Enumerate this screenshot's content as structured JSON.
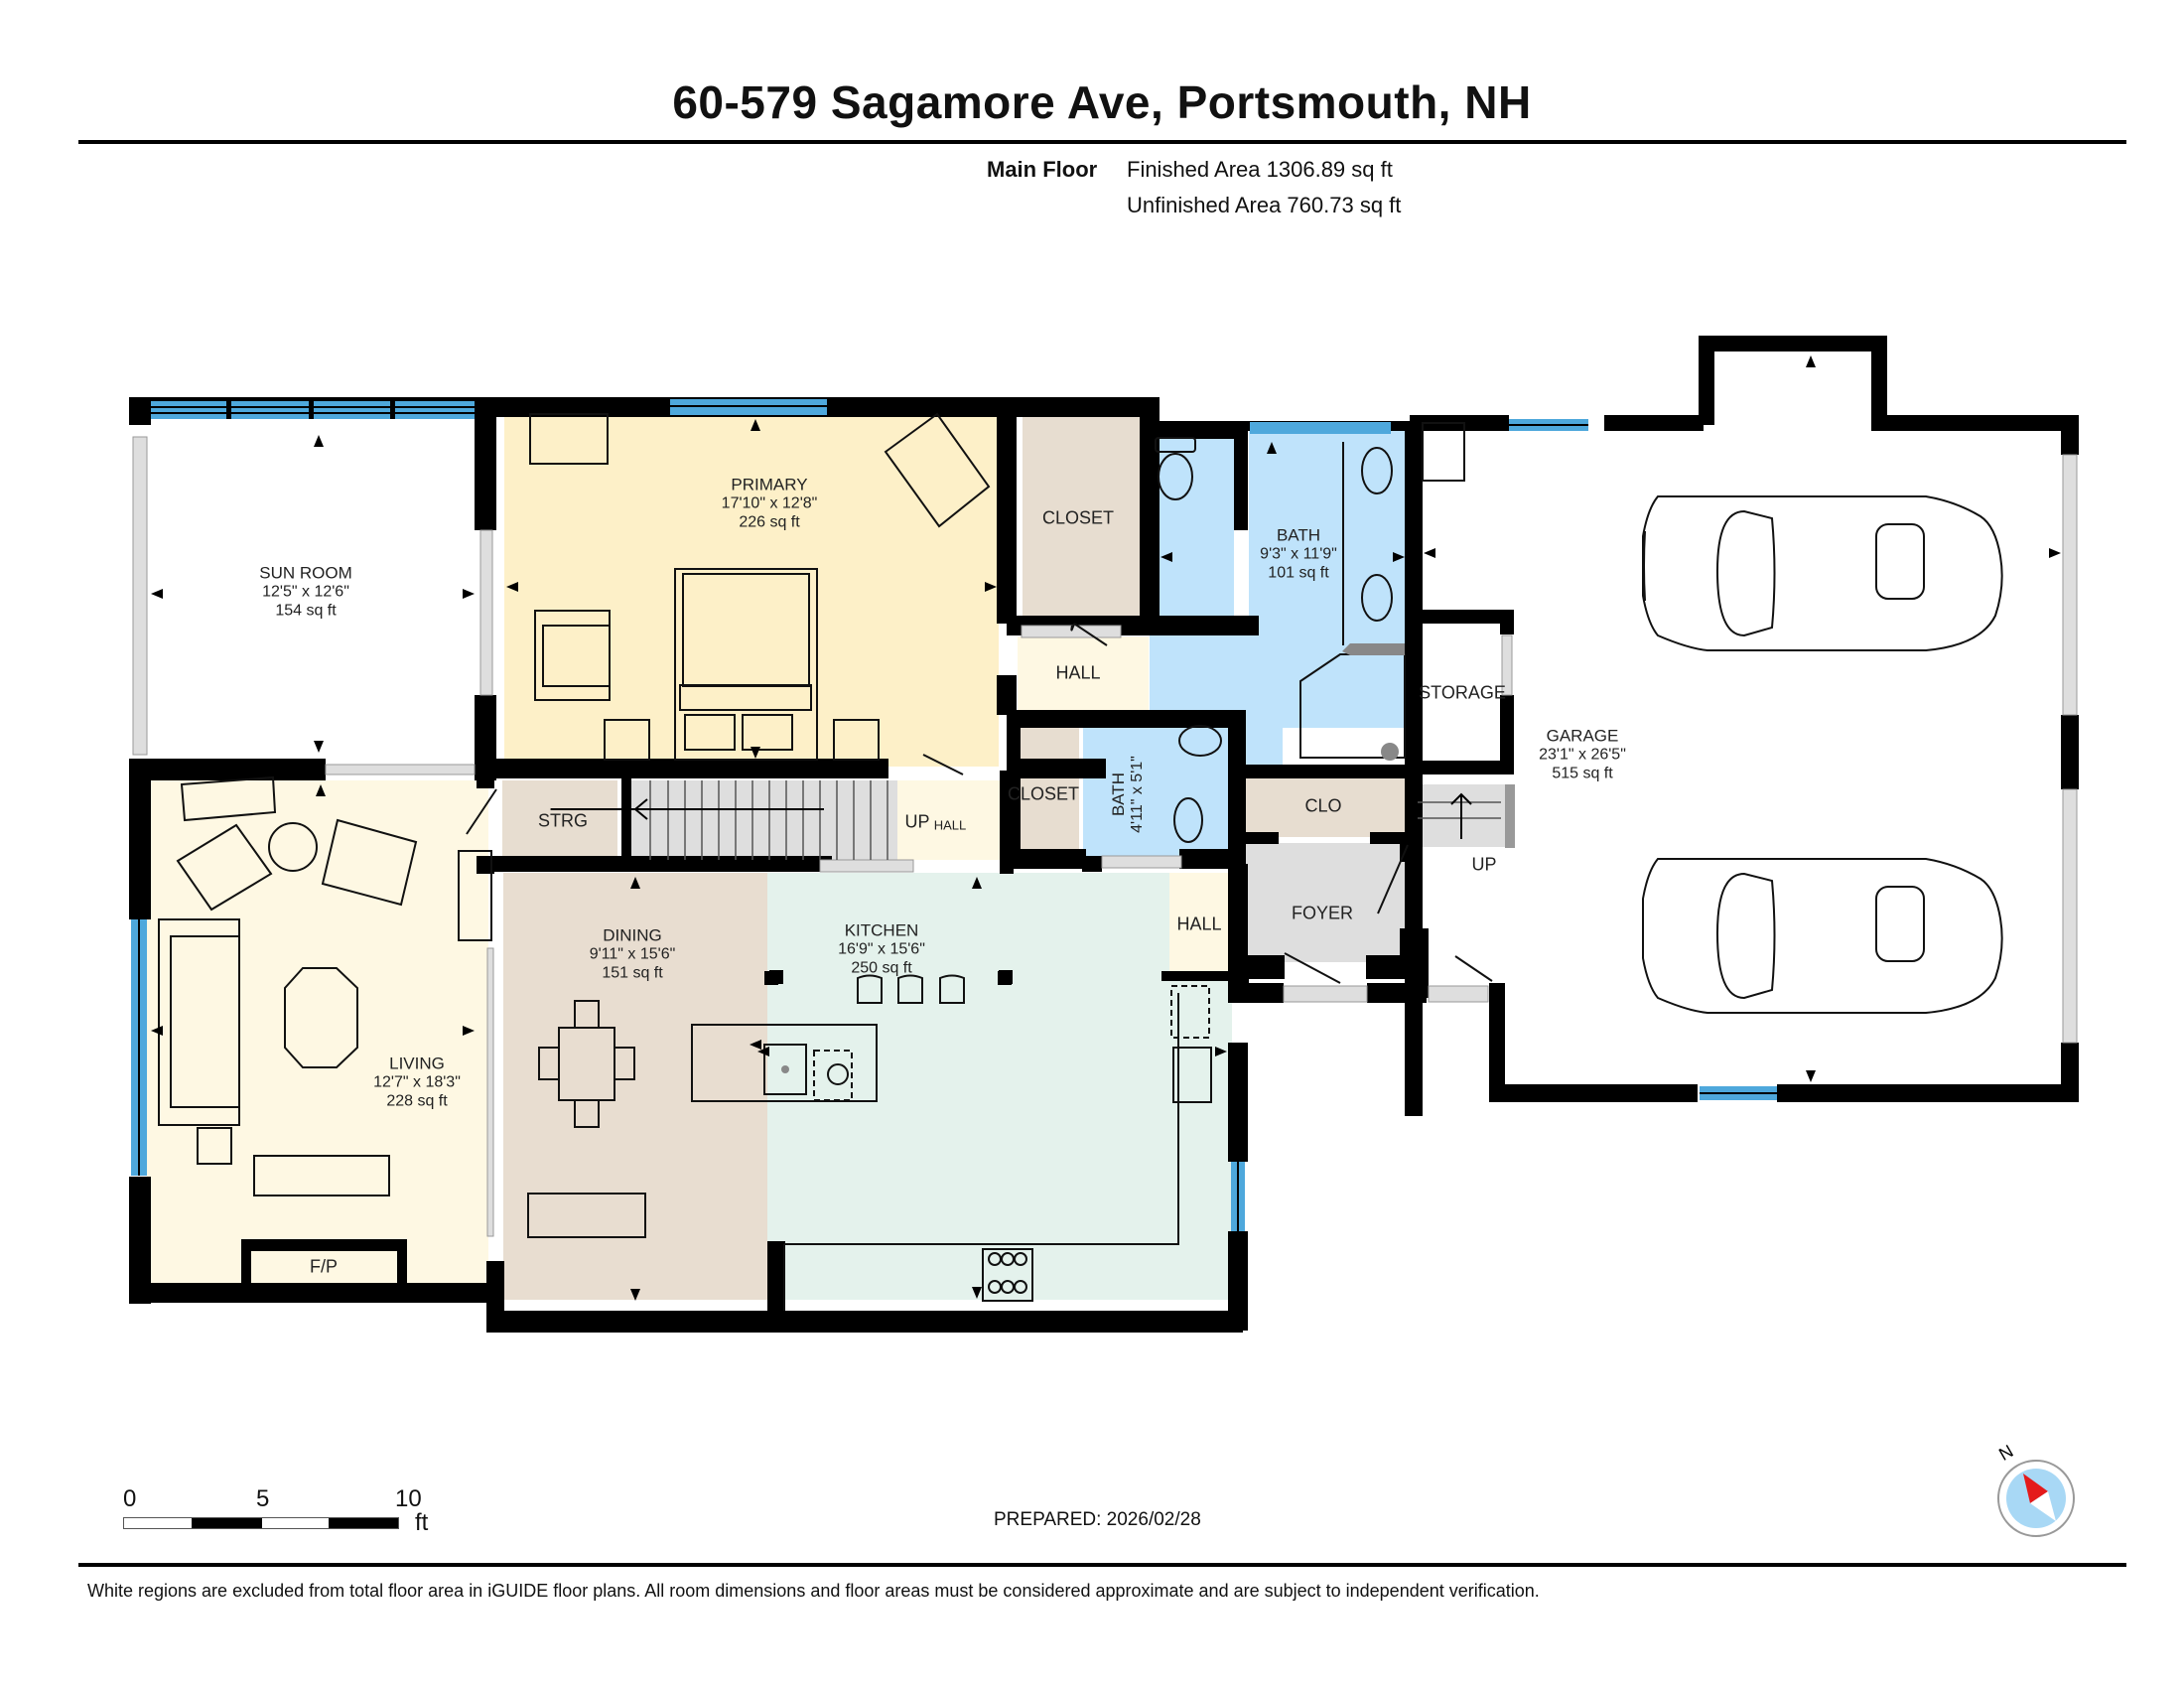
{
  "header": {
    "title": "60-579 Sagamore Ave, Portsmouth, NH",
    "floor_name": "Main Floor",
    "finished_area": "Finished Area 1306.89 sq ft",
    "unfinished_area": "Unfinished Area 760.73 sq ft"
  },
  "colors": {
    "wall": "#000000",
    "window": "#4ea8dc",
    "bedroom": "#fdf0c8",
    "living": "#fef8e3",
    "bath": "#bfe3fb",
    "closet": "#e7ddd0",
    "dining": "#e8ddd0",
    "kitchen": "#e4f2ec",
    "hall": "#fef8e3",
    "foyer": "#dedede",
    "stairs": "#dedede",
    "unfinished": "#ffffff"
  },
  "rooms": {
    "sun_room": {
      "name": "SUN ROOM",
      "dims": "12'5\" x 12'6\"",
      "area": "154 sq ft"
    },
    "primary": {
      "name": "PRIMARY",
      "dims": "17'10\" x 12'8\"",
      "area": "226 sq ft"
    },
    "bath_primary": {
      "name": "BATH",
      "dims": "9'3\" x 11'9\"",
      "area": "101 sq ft"
    },
    "bath_small": {
      "name": "BATH",
      "dims": "4'11\" x 5'1\""
    },
    "living": {
      "name": "LIVING",
      "dims": "12'7\" x 18'3\"",
      "area": "228 sq ft"
    },
    "dining": {
      "name": "DINING",
      "dims": "9'11\" x 15'6\"",
      "area": "151 sq ft"
    },
    "kitchen": {
      "name": "KITCHEN",
      "dims": "16'9\" x 15'6\"",
      "area": "250 sq ft"
    },
    "garage": {
      "name": "GARAGE",
      "dims": "23'1\" x 26'5\"",
      "area": "515 sq ft"
    },
    "closet_top": {
      "name": "CLOSET"
    },
    "closet_mid": {
      "name": "CLOSET"
    },
    "hall_top": {
      "name": "HALL"
    },
    "hall_stair": {
      "name": "HALL"
    },
    "hall_kitchen": {
      "name": "HALL"
    },
    "strg": {
      "name": "STRG"
    },
    "clo": {
      "name": "CLO"
    },
    "foyer": {
      "name": "FOYER"
    },
    "storage": {
      "name": "STORAGE"
    },
    "stair_up_main": {
      "name": "UP"
    },
    "stair_up_garage": {
      "name": "UP"
    },
    "fireplace": {
      "name": "F/P"
    }
  },
  "scale_bar": {
    "labels": [
      "0",
      "5",
      "10"
    ],
    "unit": "ft"
  },
  "prepared": "PREPARED: 2026/02/28",
  "compass": {
    "label": "N",
    "icon": "compass-icon"
  },
  "footer": {
    "disclaimer": "White regions are excluded from total floor area in iGUIDE floor plans. All room dimensions and floor areas must be considered approximate and are subject to independent verification."
  }
}
